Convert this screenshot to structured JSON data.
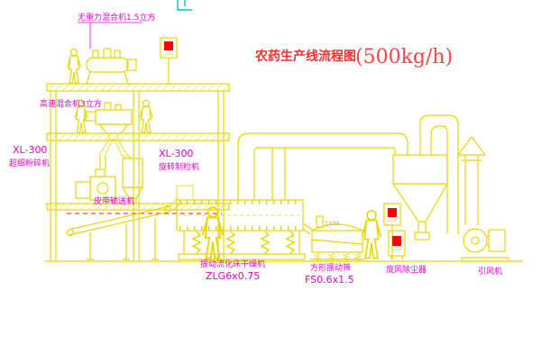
{
  "title": {
    "main": "农药生产线流程图",
    "capacity": "(500kg/h)"
  },
  "labels": {
    "gravity_mixer": "无重力混合机1.5立方",
    "high_speed_mixer": "高速混合机3立方",
    "xl300_left": "XL-300",
    "pulverizer": "超细粉碎机",
    "xl300_right": "XL-300",
    "granulator": "旋转制粒机",
    "belt_conveyor": "皮带输送机",
    "dryer": "振动流化床干燥机",
    "dryer_model": "ZLG6x0.75",
    "screen": "方形振动筛",
    "screen_model": "FS0.6x1.5",
    "cyclone": "旋风除尘器",
    "fan": "引风机",
    "screen_dim": "1500"
  },
  "colors": {
    "line_yellow": "#e8d800",
    "label_magenta": "#ff00d0",
    "title_red": "#ff2e2e",
    "panel_red": "#ff0000",
    "accent_cyan": "#00c8c8",
    "background": "#ffffff"
  }
}
